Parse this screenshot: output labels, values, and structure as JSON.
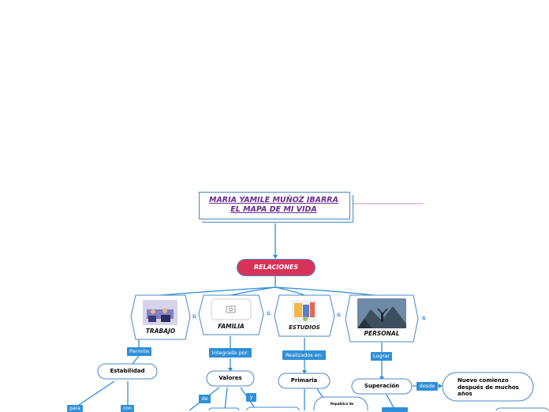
{
  "title": {
    "line1": "MARIA YAMILE MUÑOZ IBARRA",
    "line2": "EL MAPA DE MI VIDA"
  },
  "central": "RELACIONES",
  "categories": {
    "trabajo": "TRABAJO",
    "familia": "FAMILIA",
    "estudios": "ESTUDIOS",
    "personal": "PERSONAL"
  },
  "tags": {
    "permite": "Permite",
    "integrada": "Integrada por:",
    "realizados": "Realizados en:",
    "lograr": "Lograr",
    "desde": "desde",
    "para": "para",
    "con": "con",
    "de": "de",
    "y": "y"
  },
  "nodes": {
    "estabilidad": "Estabilidad",
    "valores": "Valores",
    "primaria": "Primaria",
    "superacion": "Superación",
    "nuevo": "Nuevo comienzo después de muchos años",
    "republica": "República de"
  },
  "colors": {
    "line": "#2f8fd8",
    "central_fill": "#d8325a",
    "title_text": "#6a2c91",
    "tag_fill": "#2f8fd8"
  },
  "icons": [
    "google-image-icon",
    "camera-icon"
  ]
}
